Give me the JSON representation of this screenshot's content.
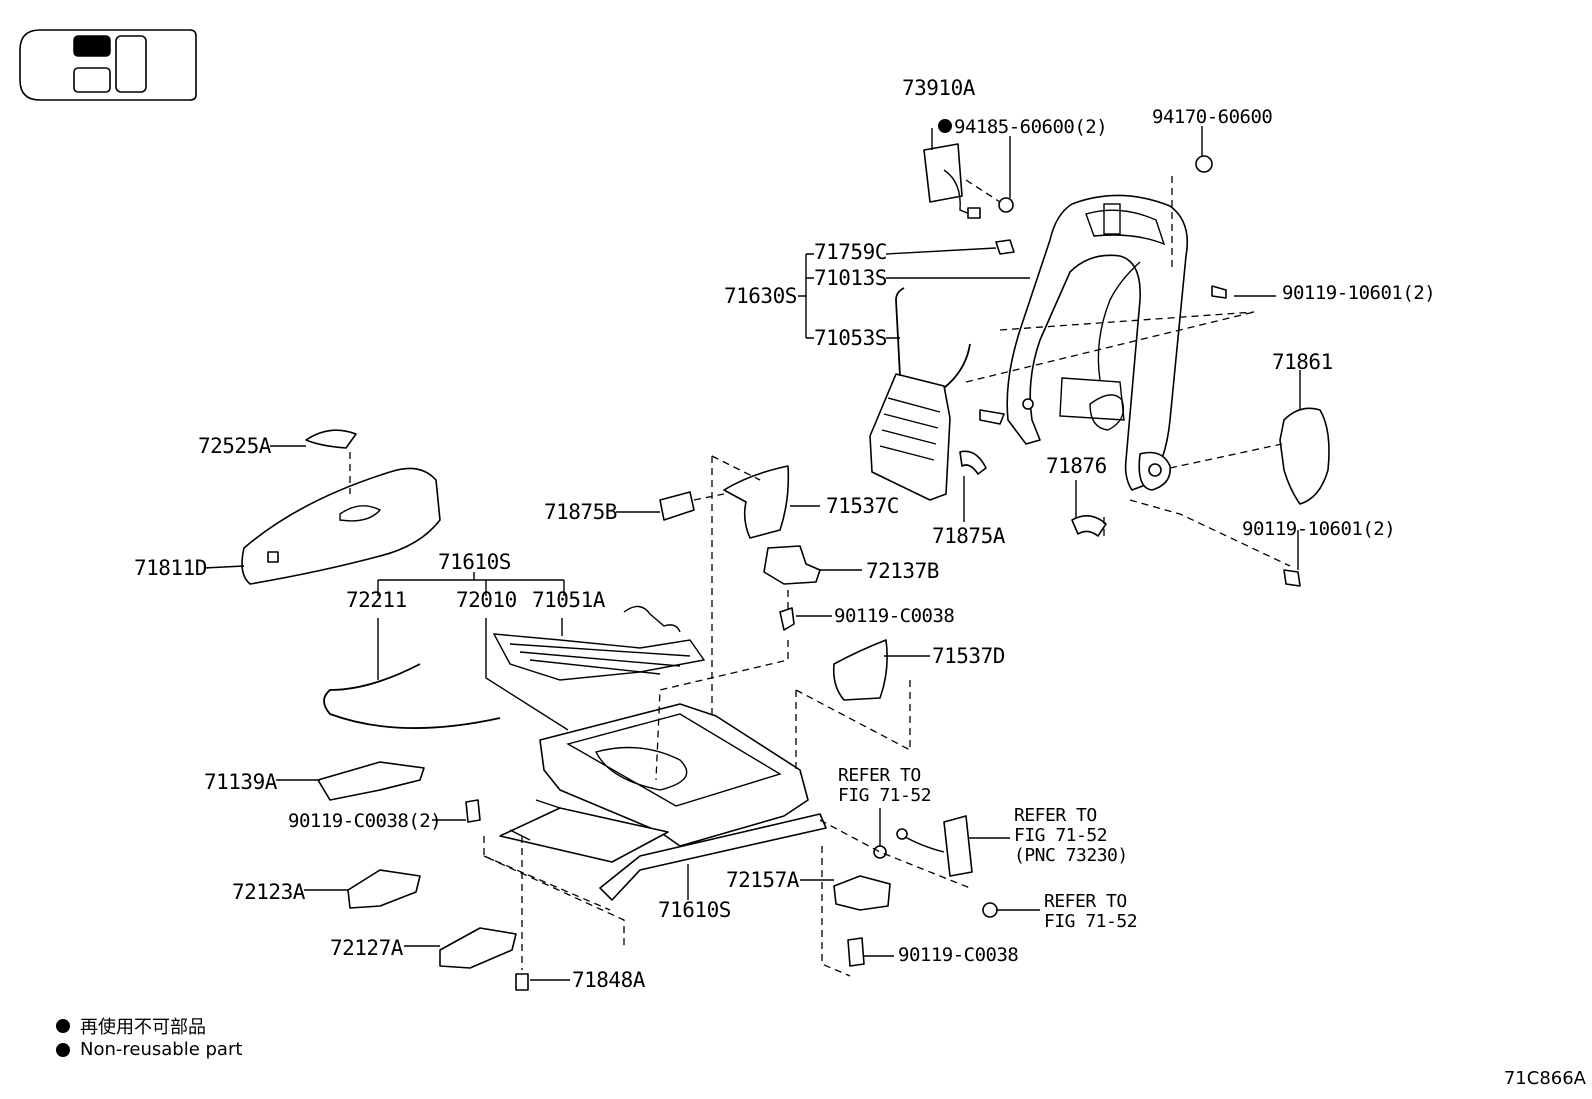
{
  "labels": {
    "p73910A": "73910A",
    "p94185": "94185-60600(2)",
    "p94170": "94170-60600",
    "p71759C": "71759C",
    "p71013S": "71013S",
    "p71630S": "71630S",
    "p71053S": "71053S",
    "p90119_10601_top": "90119-10601(2)",
    "p71861": "71861",
    "p72525A": "72525A",
    "p71876": "71876",
    "p71875B": "71875B",
    "p71537C": "71537C",
    "p71875A": "71875A",
    "p90119_10601_bottom": "90119-10601(2)",
    "p71811D": "71811D",
    "p71610S_top": "71610S",
    "p72137B": "72137B",
    "p72211": "72211",
    "p72010": "72010",
    "p71051A": "71051A",
    "p90119_C0038_mid": "90119-C0038",
    "p71537D": "71537D",
    "p71139A": "71139A",
    "p90119_C0038_2": "90119-C0038(2)",
    "p72123A": "72123A",
    "p71610S_bottom": "71610S",
    "p72157A": "72157A",
    "p72127A": "72127A",
    "p90119_C0038_bottom": "90119-C0038",
    "p71848A": "71848A",
    "ref1": "REFER TO\nFIG 71-52",
    "ref2": "REFER TO\nFIG 71-52\n(PNC 73230)",
    "ref3": "REFER TO\nFIG 71-52"
  },
  "legend": {
    "jp": "再使用不可部品",
    "en": "Non-reusable part"
  },
  "figure_id": "71C866A"
}
